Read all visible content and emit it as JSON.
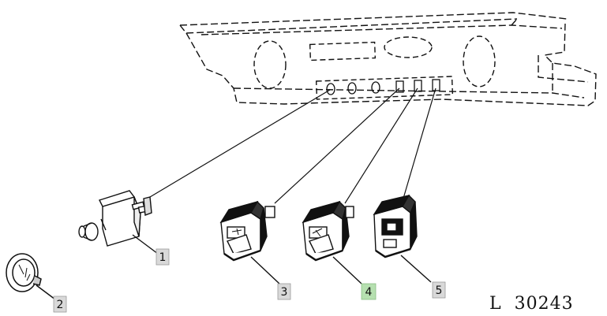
{
  "drawing_ref": "L  30243",
  "callouts": [
    {
      "id": "1",
      "label": "1",
      "highlight": false
    },
    {
      "id": "2",
      "label": "2",
      "highlight": false
    },
    {
      "id": "3",
      "label": "3",
      "highlight": false
    },
    {
      "id": "4",
      "label": "4",
      "highlight": true
    },
    {
      "id": "5",
      "label": "5",
      "highlight": false
    }
  ],
  "colors": {
    "line": "#111111",
    "label_box": "#d9d9d9",
    "label_box_highlight": "#b6e0b0"
  }
}
